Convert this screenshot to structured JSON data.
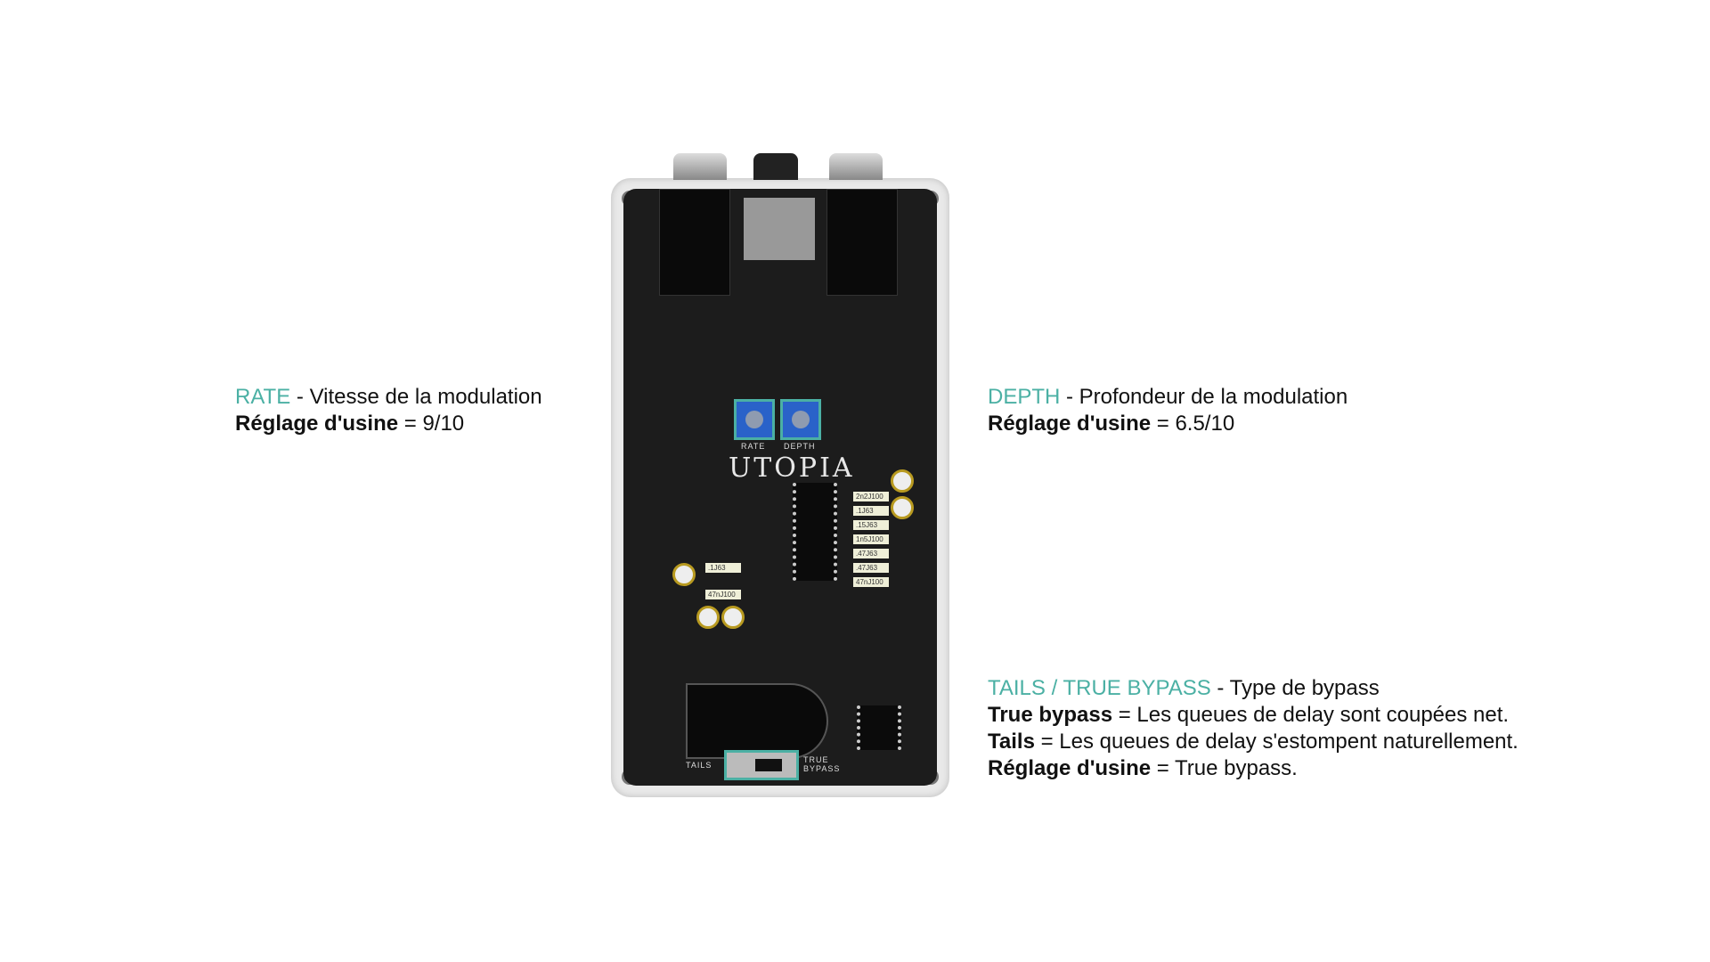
{
  "rate": {
    "name": "RATE",
    "desc": " - Vitesse de la modulation",
    "factory_label": "Réglage d'usine",
    "factory_value": " = 9/10"
  },
  "depth": {
    "name": "DEPTH",
    "desc": " - Profondeur de la modulation",
    "factory_label": "Réglage d'usine",
    "factory_value": " = 6.5/10"
  },
  "tails": {
    "name": "TAILS / TRUE BYPASS",
    "desc": " - Type de bypass",
    "lines": [
      {
        "label": "True bypass",
        "text": " = Les queues de delay sont coupées net."
      },
      {
        "label": "Tails",
        "text": " = Les queues de delay s'estompent naturellement."
      },
      {
        "label": "Réglage d'usine",
        "text": " = True bypass."
      }
    ]
  },
  "pedal": {
    "logo": "UTOPIA",
    "pot_labels": [
      "RATE",
      "DEPTH"
    ],
    "switch_labels": [
      "TAILS",
      "TRUE BYPASS"
    ],
    "caps": [
      "2n2J100",
      ".1J63",
      ".15J63",
      "1n5J100",
      ".47J63",
      ".47J63",
      "47nJ100",
      ".1J63",
      "47nJ100"
    ]
  },
  "colors": {
    "accent": "#4bb0a4"
  }
}
